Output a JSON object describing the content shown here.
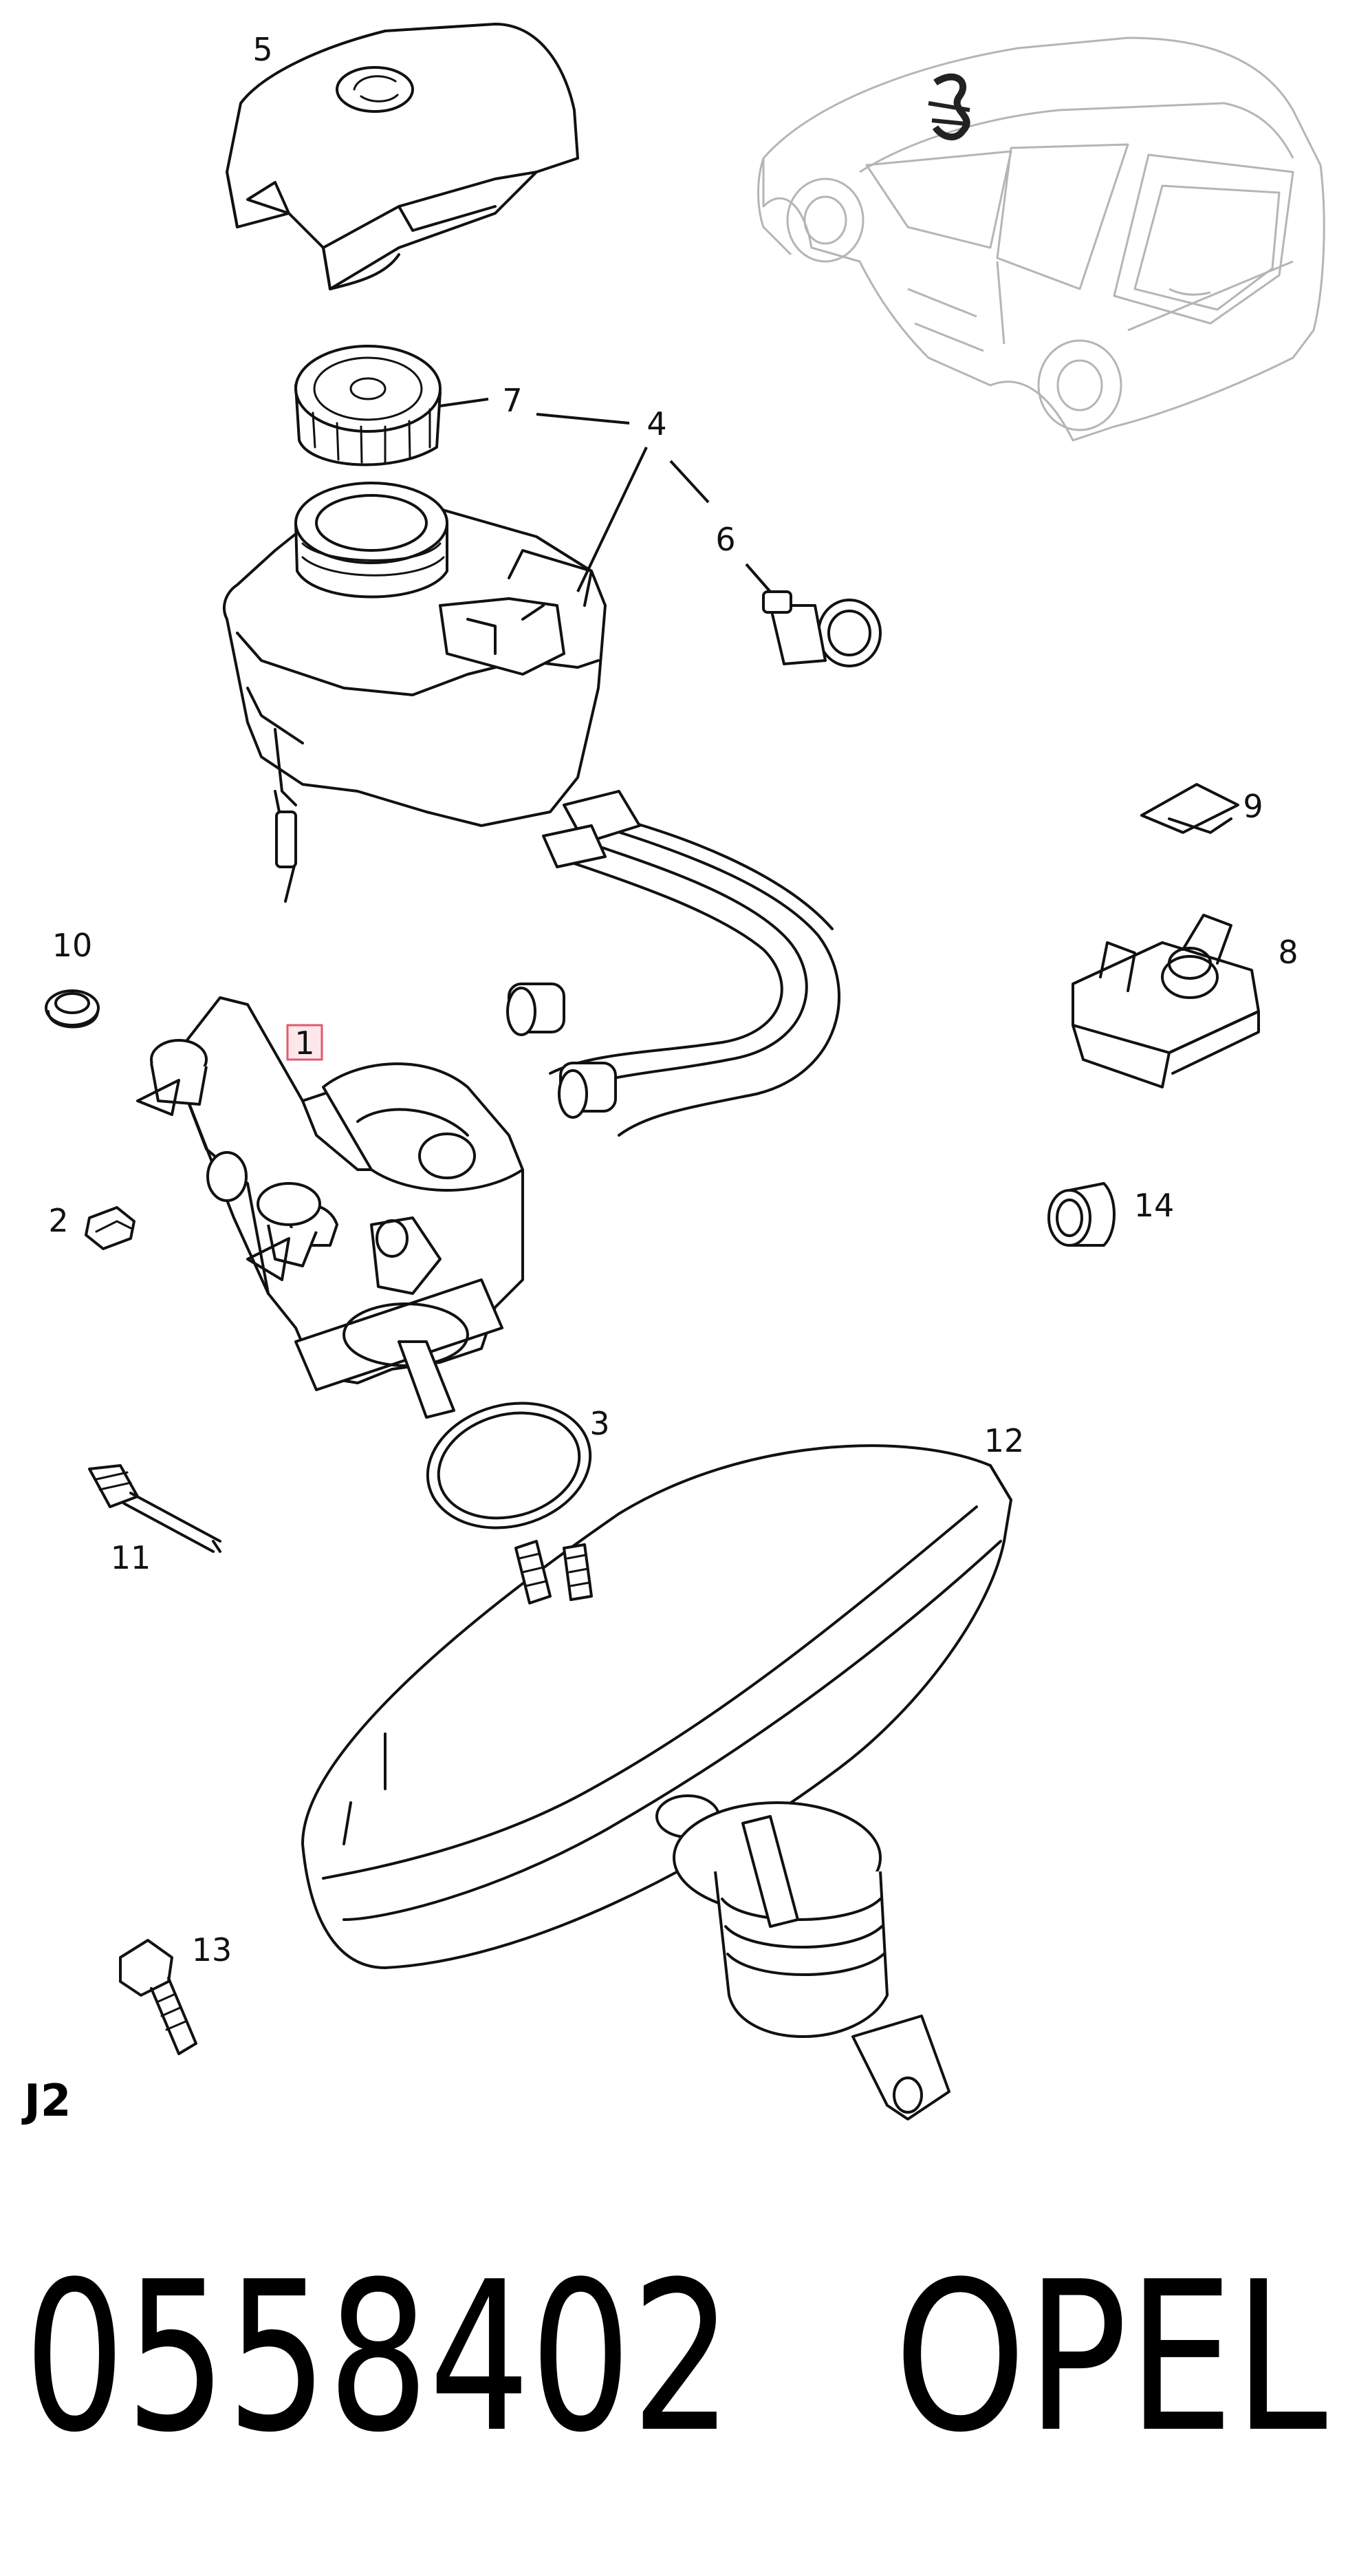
{
  "diagram": {
    "section_code": "J2",
    "part_number": "0558402",
    "brand": "OPEL",
    "callouts": [
      {
        "id": "c1",
        "label": "1",
        "highlighted": true
      },
      {
        "id": "c2",
        "label": "2"
      },
      {
        "id": "c3",
        "label": "3"
      },
      {
        "id": "c4",
        "label": "4"
      },
      {
        "id": "c5",
        "label": "5"
      },
      {
        "id": "c6",
        "label": "6"
      },
      {
        "id": "c7",
        "label": "7"
      },
      {
        "id": "c8",
        "label": "8"
      },
      {
        "id": "c9",
        "label": "9"
      },
      {
        "id": "c10",
        "label": "10"
      },
      {
        "id": "c11",
        "label": "11"
      },
      {
        "id": "c12",
        "label": "12"
      },
      {
        "id": "c13",
        "label": "13"
      },
      {
        "id": "c14",
        "label": "14"
      }
    ],
    "colors": {
      "line": "#111111",
      "car_outline": "#b5b5b5",
      "highlight_border": "#e05a6e",
      "highlight_fill": "#fde7ea"
    }
  }
}
